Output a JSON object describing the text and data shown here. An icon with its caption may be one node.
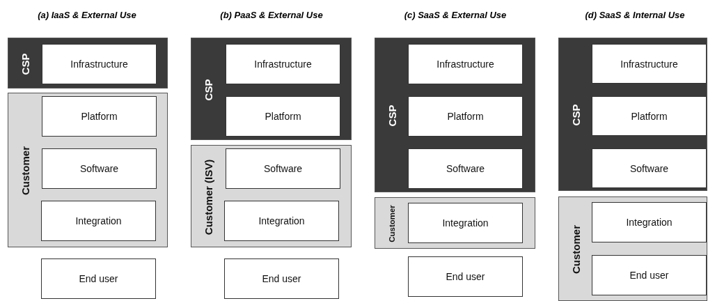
{
  "diagram": {
    "nodes": [
      {
        "text": [
          "CSP"
        ]
      },
      {
        "text": [
          "Infrastructure"
        ],
        "in": 0
      },
      {
        "text": [
          "Customer"
        ]
      },
      {
        "text": [
          "Platform"
        ],
        "in": 2
      },
      {
        "text": [
          "Software"
        ],
        "in": 2
      },
      {
        "text": [
          "Integration"
        ],
        "in": 2
      },
      {
        "text": [
          "End user"
        ]
      },
      {
        "text": [
          "CSP"
        ]
      },
      {
        "text": [
          "Infrastructure"
        ],
        "in": 7
      },
      {
        "text": [
          "Platform"
        ],
        "in": 7
      },
      {
        "text": [
          "Customer (ISV)"
        ]
      },
      {
        "text": [
          "Software"
        ],
        "in": 10
      },
      {
        "text": [
          "Integration"
        ],
        "in": 10
      },
      {
        "text": [
          "End user"
        ]
      },
      {
        "text": [
          "CSP"
        ]
      },
      {
        "text": [
          "Infrastructure"
        ],
        "in": 14
      },
      {
        "text": [
          "Platform"
        ],
        "in": 14
      },
      {
        "text": [
          "Software"
        ],
        "in": 14
      },
      {
        "text": [
          "Customer"
        ]
      },
      {
        "text": [
          "Integration"
        ],
        "in": 18
      },
      {
        "text": [
          "End user"
        ]
      },
      {
        "text": [
          "CSP"
        ]
      },
      {
        "text": [
          "Infrastructure"
        ],
        "in": 21
      },
      {
        "text": [
          "Platform"
        ],
        "in": 21
      },
      {
        "text": [
          "Software"
        ],
        "in": 21
      },
      {
        "text": [
          "Customer"
        ]
      },
      {
        "text": [
          "Integration"
        ],
        "in": 25
      },
      {
        "text": [
          "End user"
        ],
        "in": 25
      }
    ],
    "labels": [
      "(a) IaaS & External Use",
      "(b) PaaS & External Use",
      "(c) SaaS & External Use",
      "(d) SaaS & Internal Use"
    ]
  }
}
